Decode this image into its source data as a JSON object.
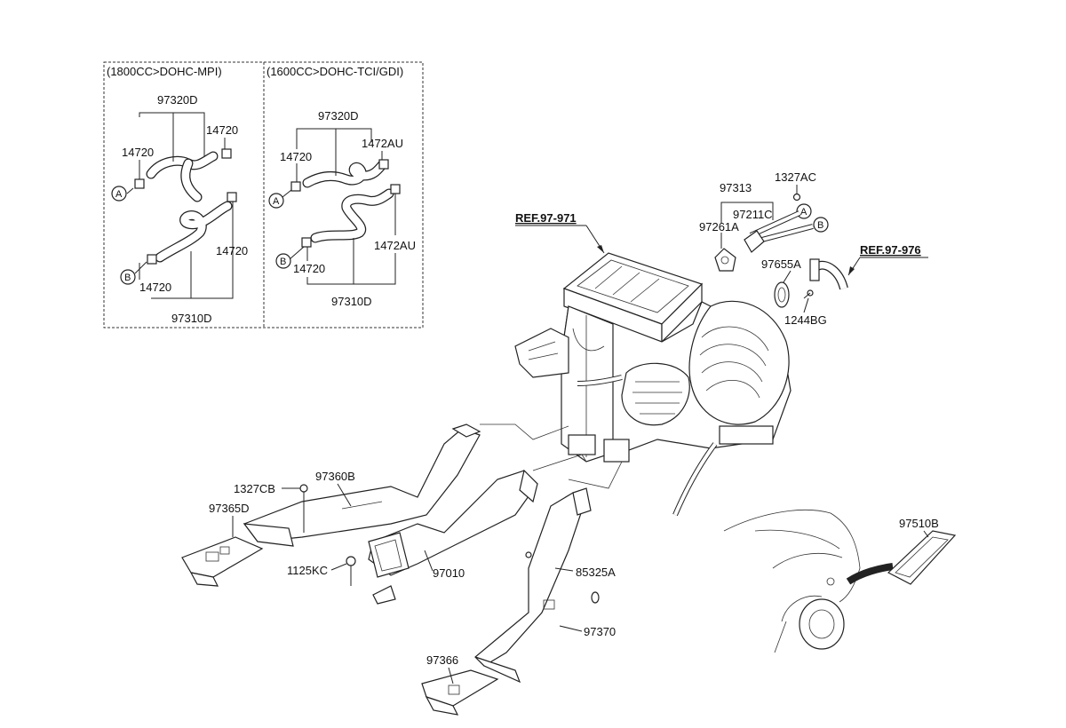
{
  "variants": {
    "left": {
      "title": "(1800CC>DOHC-MPI)",
      "labels": {
        "upper_hose": "97320D",
        "clamp_left": "14720",
        "clamp_right": "14720",
        "clamp_lower_right": "14720",
        "clamp_lower_left": "14720",
        "lower_hose": "97310D",
        "marker_a": "A",
        "marker_b": "B"
      }
    },
    "right": {
      "title": "(1600CC>DOHC-TCI/GDI)",
      "labels": {
        "upper_hose": "97320D",
        "clamp_left": "14720",
        "clamp_right": "1472AU",
        "clamp_lower_right": "1472AU",
        "clamp_lower_left": "14720",
        "lower_hose": "97310D",
        "marker_a": "A",
        "marker_b": "B"
      }
    }
  },
  "refs": {
    "ref_971": "REF.97-971",
    "ref_976": "REF.97-976"
  },
  "parts": {
    "p97313": "97313",
    "p1327AC": "1327AC",
    "p97211C": "97211C",
    "p97261A": "97261A",
    "p97655A": "97655A",
    "p1244BG": "1244BG",
    "p1327CB": "1327CB",
    "p97360B": "97360B",
    "p97365D": "97365D",
    "p1125KC": "1125KC",
    "p97010": "97010",
    "p85325A": "85325A",
    "p97370": "97370",
    "p97366": "97366",
    "p97510B": "97510B",
    "marker_a": "A",
    "marker_b": "B"
  }
}
